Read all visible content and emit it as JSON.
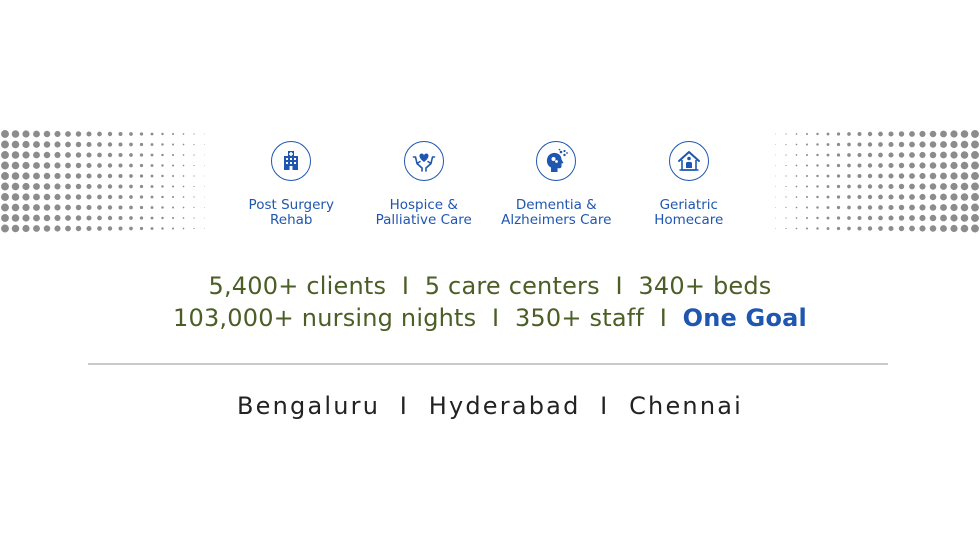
{
  "colors": {
    "accent": "#1f56b0",
    "stats_text": "#4b5e26",
    "dots": "#8c8c8c",
    "divider": "#c9c9c9",
    "cities_text": "#222222"
  },
  "services": [
    {
      "icon": "hospital-building-icon",
      "line1": "Post Surgery",
      "line2": "Rehab"
    },
    {
      "icon": "hands-heart-icon",
      "line1": "Hospice &",
      "line2": "Palliative Care"
    },
    {
      "icon": "head-brain-icon",
      "line1": "Dementia &",
      "line2": "Alzheimers Care"
    },
    {
      "icon": "home-care-icon",
      "line1": "Geriatric",
      "line2": "Homecare"
    }
  ],
  "stats": {
    "line1": "5,400+ clients  I  5 care centers  I  340+ beds",
    "line2_plain": "103,000+ nursing nights  I  350+ staff  I  ",
    "line2_accent": "One Goal"
  },
  "cities": "Bengaluru  I  Hyderabad  I  Chennai"
}
